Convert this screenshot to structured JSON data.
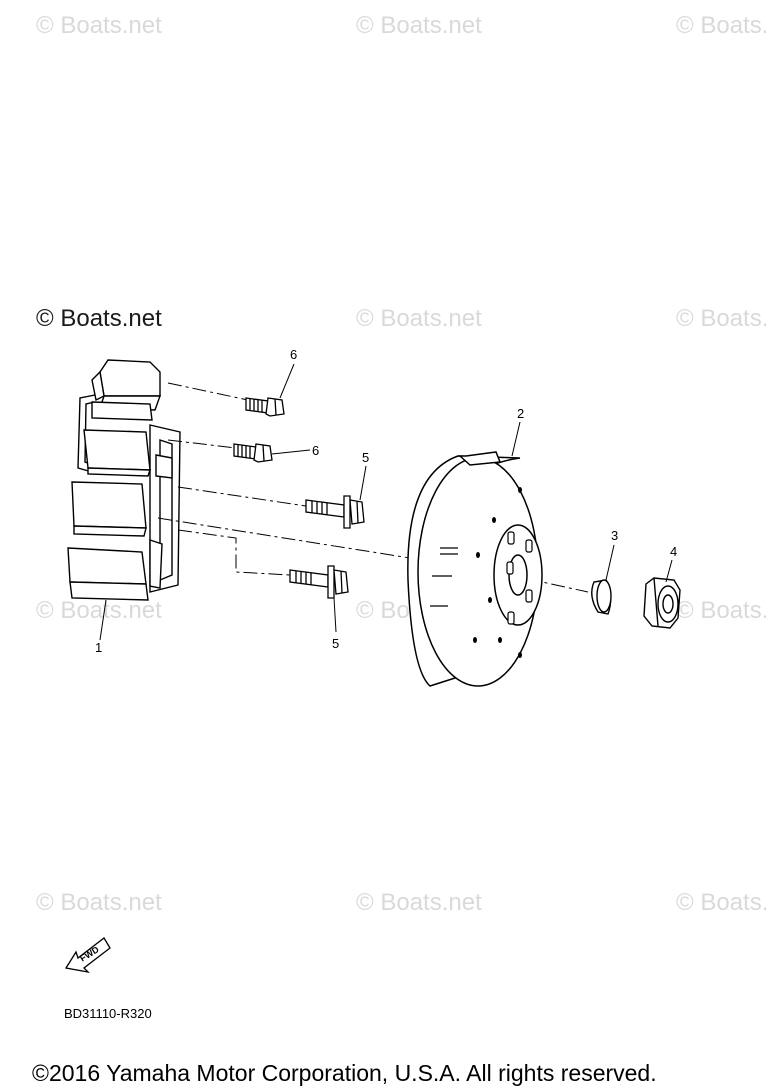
{
  "watermark": {
    "text": "© Boats.net",
    "prominent_text": "© Boats.net"
  },
  "diagram": {
    "callouts": [
      {
        "id": "callout-1",
        "text": "1",
        "part": "stator-assembly"
      },
      {
        "id": "callout-2",
        "text": "2",
        "part": "rotor-flywheel"
      },
      {
        "id": "callout-3",
        "text": "3",
        "part": "washer"
      },
      {
        "id": "callout-4",
        "text": "4",
        "part": "flange-nut"
      },
      {
        "id": "callout-5a",
        "text": "5",
        "part": "flange-bolt-upper"
      },
      {
        "id": "callout-5b",
        "text": "5",
        "part": "flange-bolt-lower"
      },
      {
        "id": "callout-6a",
        "text": "6",
        "part": "bolt-top"
      },
      {
        "id": "callout-6b",
        "text": "6",
        "part": "bolt-middle"
      }
    ],
    "fwd_label": "FWD",
    "diagram_code": "BD31110-R320"
  },
  "footer": {
    "copyright": "©2016 Yamaha Motor Corporation, U.S.A. All rights reserved."
  }
}
